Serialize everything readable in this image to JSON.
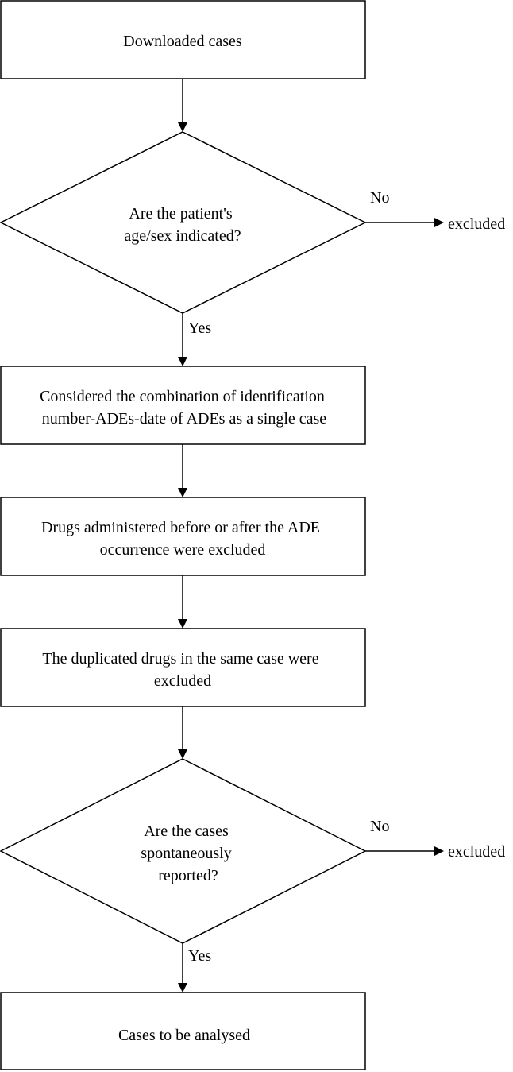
{
  "steps": {
    "download": "Downloaded cases",
    "age_sex_check": [
      "Are the patient's",
      "age/sex  indicated?"
    ],
    "combination": [
      "Considered the combination  of identification",
      "number-ADEs-date of ADEs as a single  case"
    ],
    "drug_timing": [
      "Drugs administered before or after the ADE",
      "occurrence were excluded"
    ],
    "duplicates": [
      "The duplicated drugs in the same case were",
      "excluded"
    ],
    "spontaneous_check": [
      "Are the cases",
      "spontaneously",
      "reported?"
    ],
    "final": "Cases to be analysed"
  },
  "branches": {
    "no_1": "No",
    "excluded_1": "excluded",
    "yes_1": "Yes",
    "no_2": "No",
    "excluded_2": "excluded",
    "yes_2": "Yes"
  },
  "colors": {
    "stroke": "#000000",
    "fill": "#ffffff"
  }
}
